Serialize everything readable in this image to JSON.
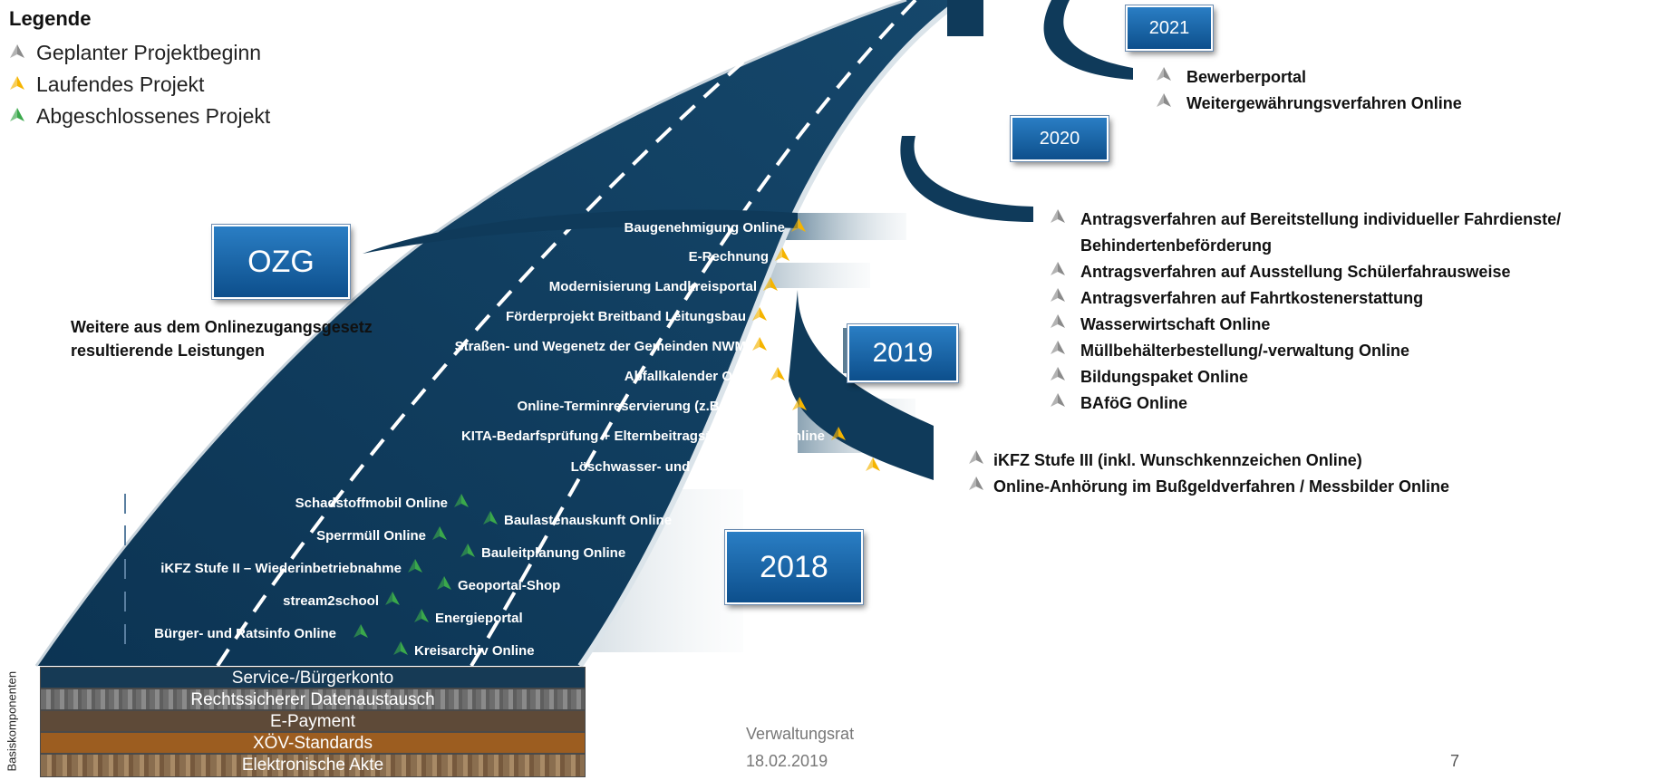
{
  "legend": {
    "title": "Legende",
    "items": [
      {
        "label": "Geplanter Projektbeginn",
        "status": "planned"
      },
      {
        "label": "Laufendes Projekt",
        "status": "running"
      },
      {
        "label": "Abgeschlossenes Projekt",
        "status": "done"
      }
    ]
  },
  "colors": {
    "planned": "#8a8a8a",
    "running": "#f5b400",
    "done": "#3aa84b",
    "road": "#0f3a5a",
    "box": "#1a66ad"
  },
  "years": {
    "y2021": "2021",
    "y2020": "2020",
    "y2019": "2019",
    "y2018": "2018",
    "ozg": "OZG"
  },
  "ozg_note": [
    "Weitere aus dem Onlinezugangsgesetz",
    "resultierende Leistungen"
  ],
  "list_2021": [
    "Bewerberportal",
    "Weitergewährungsverfahren Online"
  ],
  "list_2020": [
    [
      "Antragsverfahren auf Bereitstellung individueller Fahrdienste/",
      "Behindertenbeförderung"
    ],
    [
      "Antragsverfahren auf Ausstellung Schülerfahrausweise"
    ],
    [
      "Antragsverfahren auf Fahrtkostenerstattung"
    ],
    [
      "Wasserwirtschaft Online"
    ],
    [
      "Müllbehälterbestellung/-verwaltung Online"
    ],
    [
      "Bildungspaket Online"
    ],
    [
      "BAföG Online"
    ]
  ],
  "list_2019_right": [
    "iKFZ Stufe III (inkl. Wunschkennzeichen Online)",
    "Online-Anhörung im Bußgeldverfahren / Messbilder Online"
  ],
  "running_projects": [
    "Baugenehmigung Online",
    "E-Rechnung",
    "Modernisierung Landkreisportal",
    "Förderprojekt Breitband Leitungsbau",
    "Straßen- und Wegenetz der Gemeinden NWM",
    "Abfallkalender Online",
    "Online-Terminreservierung (z.B. §43 IfSG)",
    "KITA-Bedarfsprüfung + Elternbeitragsübernahme Online",
    "Löschwasser- und Hydrantenkataster Online"
  ],
  "done_left": [
    "Schadstoffmobil Online",
    "Sperrmüll Online",
    "iKFZ Stufe II – Wiederinbetriebnahme",
    "stream2school",
    "Bürger- und Ratsinfo Online"
  ],
  "done_right": [
    "Baulastenauskunft Online",
    "Bauleitplanung Online",
    "Geoportal-Shop",
    "Energieportal",
    "Kreisarchiv Online"
  ],
  "base_components": {
    "label": "Basiskomponenten",
    "layers": [
      "Service-/Bürgerkonto",
      "Rechtssicherer Datenaustausch",
      "E-Payment",
      "XÖV-Standards",
      "Elektronische Akte"
    ]
  },
  "footer": {
    "org": "Verwaltungsrat",
    "date": "18.02.2019",
    "page": "7"
  }
}
